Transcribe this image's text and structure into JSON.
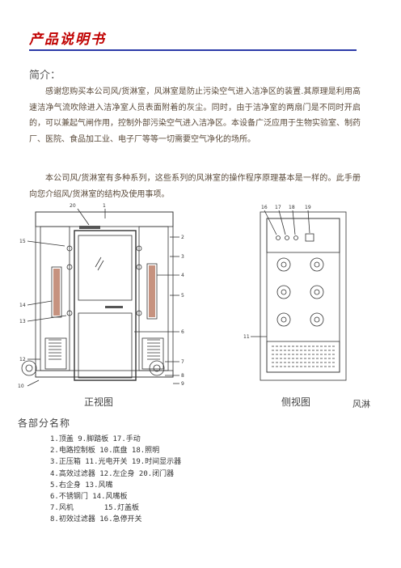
{
  "document": {
    "title": "产品说明书",
    "section_intro": "简介：",
    "paragraph_1": "感谢您购买本公司风/货淋室，风淋室是防止污染空气进入洁净区的装置.其原理是利用高速洁净气流吹除进入洁净室人员表面附着的灰尘。同时，由于洁净室的两扇门是不同时开启的，可以兼起气闸作用，控制外部污染空气进入洁净区。本设备广泛应用于生物实验室、制药厂、医院、食品加工业、电子厂等等一切需要空气净化的场所。",
    "paragraph_2": "本公司风/货淋室有多种系列，这些系列的风淋室的操作程序原理基本是一样的。此手册向您介绍风/货淋室的结构及使用事项。"
  },
  "figures": {
    "front_label": "正视图",
    "side_label": "侧视图",
    "trailing_text": "风淋",
    "front_callouts": [
      "20",
      "1",
      "2",
      "3",
      "4",
      "5",
      "6",
      "7",
      "8",
      "9",
      "10",
      "12",
      "13",
      "14",
      "15"
    ],
    "side_callouts": [
      "16",
      "17",
      "18",
      "19",
      "11"
    ]
  },
  "parts": {
    "heading": "各部分名称",
    "items": [
      "1.顶盖 9.脚踏板 17.手动",
      "2.电路控制板 10.底盘 18.照明",
      "3.正压箱 11.光电开关 19.时间显示器",
      "4.高效过滤器 12.左企身 20.闭门器",
      "5.右企身 13.风嘴",
      "6.不锈钢门 14.风嘴板",
      "7.风机       15.灯盖板",
      "8.初效过滤器 16.急停开关"
    ]
  }
}
